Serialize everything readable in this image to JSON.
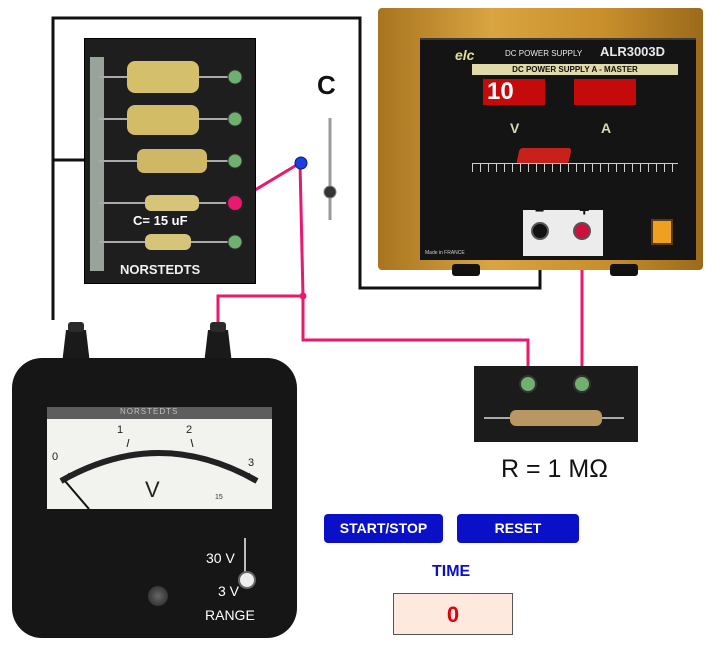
{
  "capacitor_board": {
    "brand": "NORSTEDTS",
    "value_label": "C= 15 uF"
  },
  "switch": {
    "label": "C"
  },
  "power_supply": {
    "brand": "elc",
    "model_small": "DC POWER SUPPLY",
    "model": "ALR3003D",
    "subtitle": "DC POWER SUPPLY A - MASTER",
    "voltage_display": "10",
    "voltage_label": "V",
    "current_label": "A",
    "minus_label": "−",
    "plus_label": "+",
    "made_in": "Made in FRANCE"
  },
  "resistor": {
    "label": "R = 1 MΩ"
  },
  "meter": {
    "brand": "NORSTEDTS",
    "unit": "V",
    "scale": [
      "0",
      "1",
      "2",
      "3"
    ],
    "mark": "15",
    "range_high": "30 V",
    "range_low": "3 V",
    "range_label": "RANGE"
  },
  "controls": {
    "start_stop_label": "START/STOP",
    "reset_label": "RESET",
    "time_label": "TIME",
    "time_value": "0"
  },
  "colors": {
    "button": "#0a10c8",
    "wire_pink": "#e8196e",
    "display_red": "#c40a0a"
  }
}
